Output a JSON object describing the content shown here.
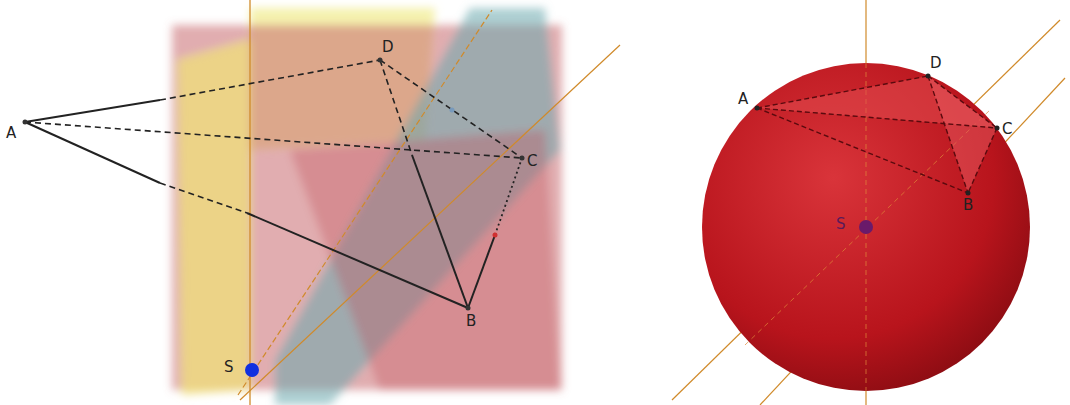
{
  "diagram": {
    "labels": [
      "A",
      "D",
      "C",
      "B",
      "S",
      "A",
      "D",
      "C",
      "B",
      "S"
    ]
  }
}
